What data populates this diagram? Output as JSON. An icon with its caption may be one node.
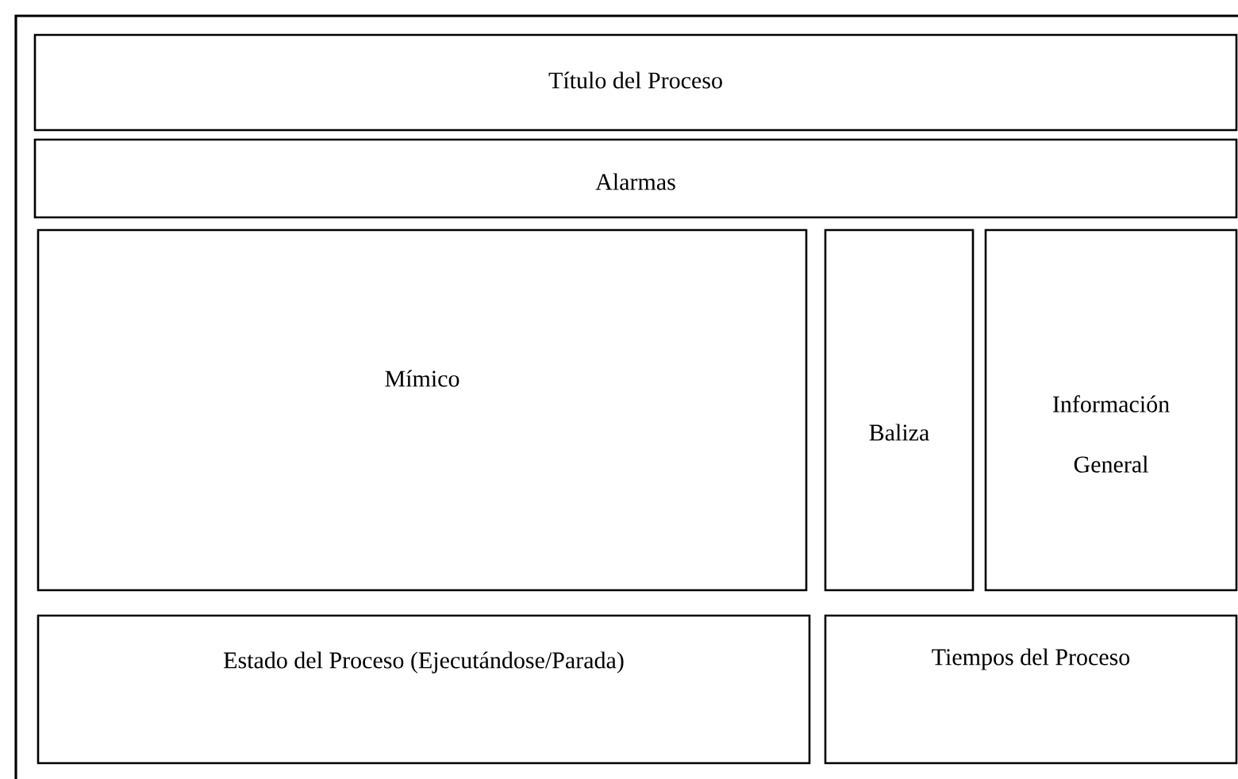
{
  "diagram": {
    "nodes": [
      {
        "text": [],
        "shape": "box"
      },
      {
        "text": [
          "Título del Proceso"
        ],
        "in": 0
      },
      {
        "text": [
          "Alarmas"
        ],
        "in": 0
      },
      {
        "text": [
          "Mímico"
        ],
        "in": 0
      },
      {
        "text": [
          "Baliza"
        ],
        "in": 0
      },
      {
        "text": [
          "Información General"
        ],
        "in": 0
      },
      {
        "text": [
          "Estado del Proceso (Ejecutándose/Parada)"
        ],
        "in": 0
      },
      {
        "text": [
          "Tiempos del Proceso"
        ],
        "in": 0
      }
    ],
    "edges": []
  }
}
